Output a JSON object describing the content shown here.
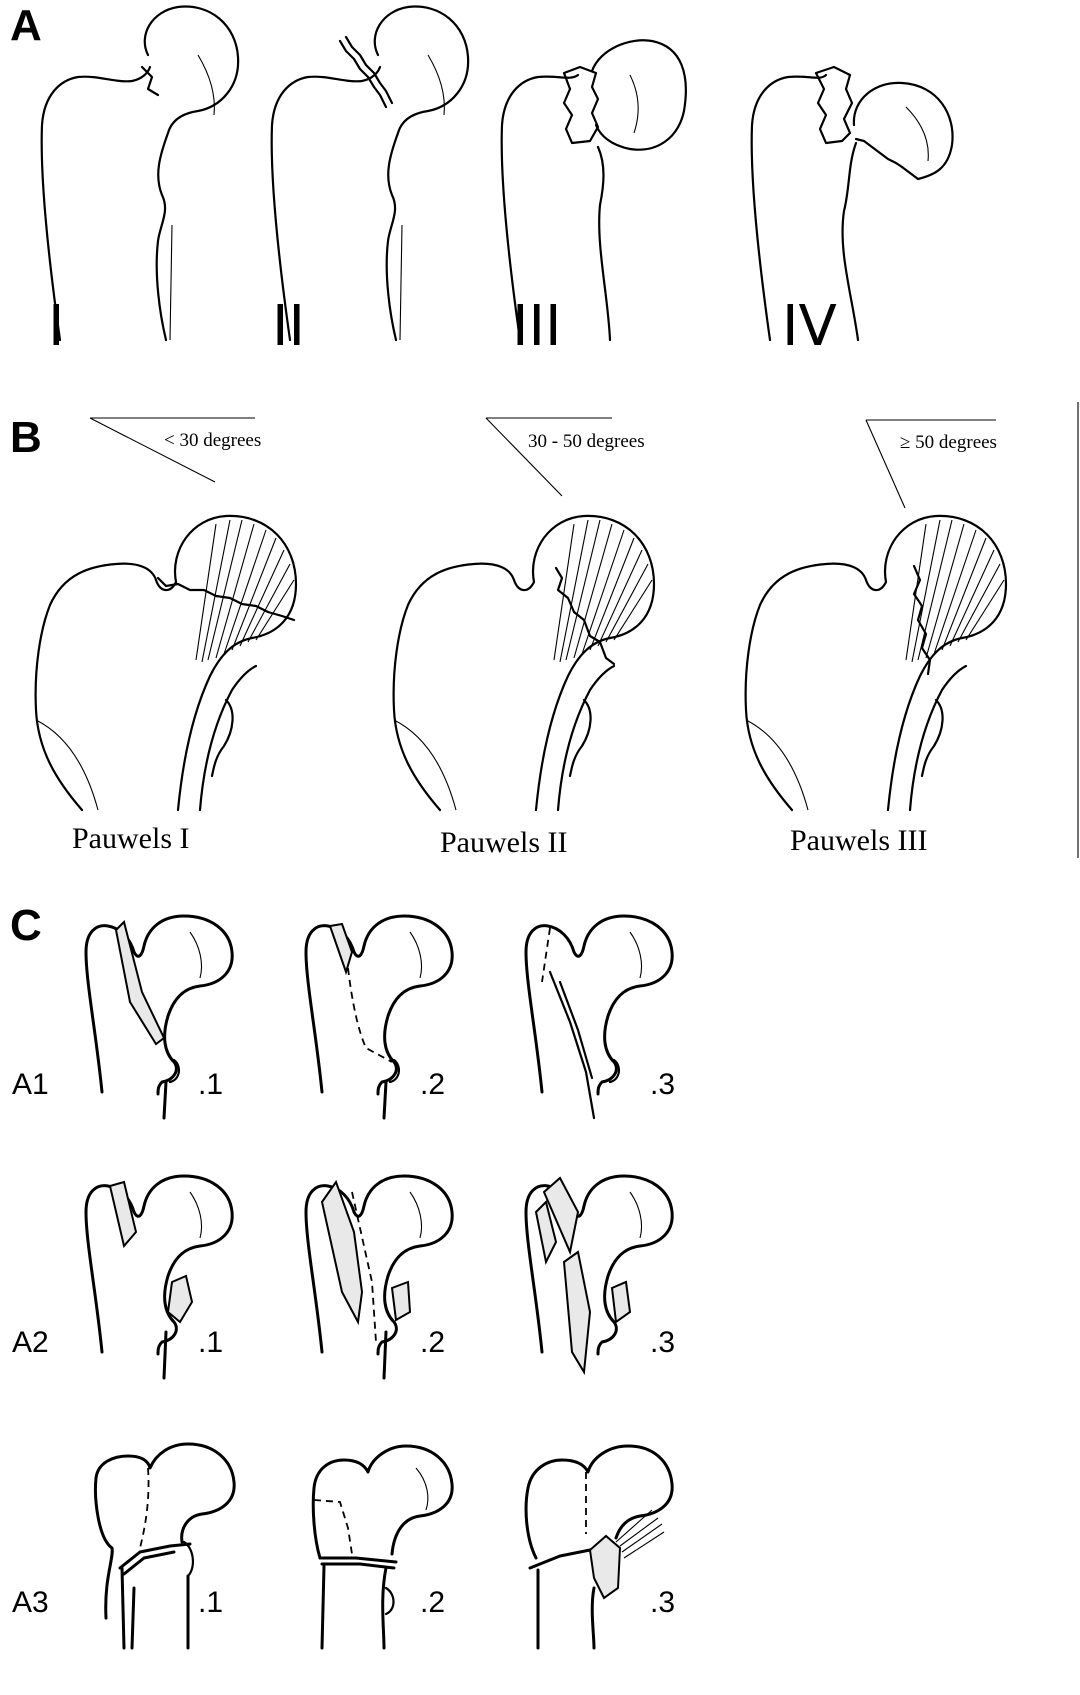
{
  "panels": {
    "a": {
      "letter": "A",
      "types": [
        "I",
        "II",
        "III",
        "IV"
      ]
    },
    "b": {
      "letter": "B",
      "items": [
        {
          "label": "Pauwels I",
          "angle": "< 30 degrees"
        },
        {
          "label": "Pauwels II",
          "angle": "30 - 50 degrees"
        },
        {
          "label": "Pauwels III",
          "angle": "≥ 50 degrees"
        }
      ]
    },
    "c": {
      "letter": "C",
      "rows": [
        "A1",
        "A2",
        "A3"
      ],
      "subtypes": [
        ".1",
        ".2",
        ".3"
      ]
    }
  }
}
